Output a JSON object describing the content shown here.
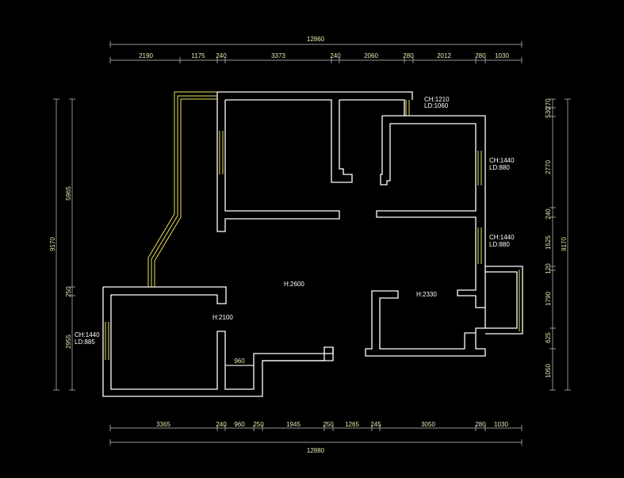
{
  "colors": {
    "background": "#000000",
    "wall": "#ffffff",
    "window": "#e8e25a",
    "dimension": "#e8e8b0"
  },
  "dims": {
    "top_total": "12860",
    "top": [
      "2190",
      "1175",
      "240",
      "3373",
      "240",
      "2060",
      "280",
      "2012",
      "280",
      "1030"
    ],
    "bottom": [
      "3365",
      "240",
      "960",
      "250",
      "1945",
      "250",
      "1265",
      "245",
      "3050",
      "280",
      "1030"
    ],
    "bottom_total": "12880",
    "left_total": "9170",
    "left": [
      "5965",
      "250",
      "2955"
    ],
    "right_total": "9170",
    "right": [
      "270",
      "530",
      "2770",
      "240",
      "1525",
      "120",
      "1790",
      "625",
      "1050"
    ],
    "inner_960": "960"
  },
  "labels": {
    "ch1210": "CH:1210",
    "ld1060": "LD:1060",
    "ch1440_a": "CH:1440",
    "ld880_a": "LD:880",
    "ch1440_b": "CH:1440",
    "ld880_b": "LD:880",
    "ch1440_c": "CH:1440",
    "ld885": "LD:885",
    "h2600": "H:2600",
    "h2330": "H:2330",
    "h2100": "H:2100"
  }
}
